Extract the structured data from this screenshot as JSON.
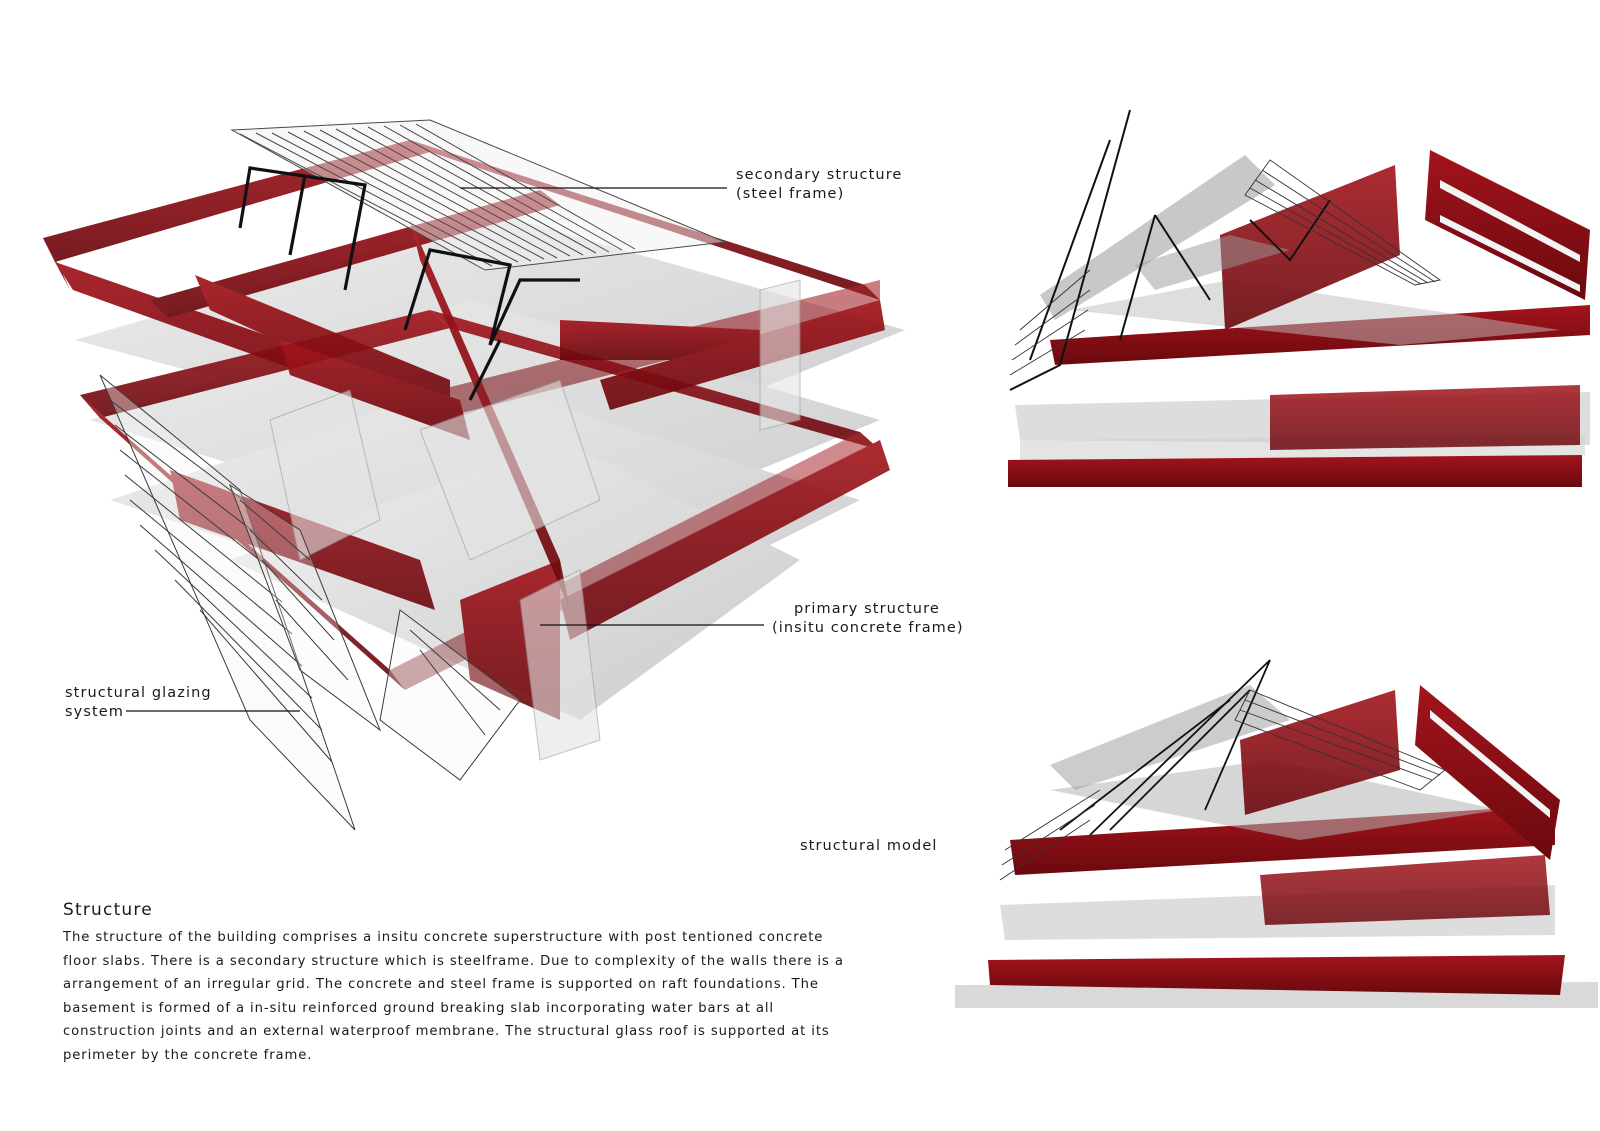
{
  "labels": {
    "secondary": [
      "secondary structure",
      "(steel frame)"
    ],
    "primary": [
      "primary structure",
      "(insitu concrete frame)"
    ],
    "glazing": [
      "structural glazing",
      "system"
    ],
    "model": "structural model"
  },
  "description": {
    "title": "Structure",
    "body": "The structure of the building comprises a insitu concrete superstructure with post tentioned concrete floor slabs. There is a secondary structure which is steelframe. Due to complexity of the walls there is a arrangement of an irregular grid. The concrete and steel frame is supported on raft foundations. The basement is formed of a in-situ reinforced ground breaking slab incorporating water bars at all construction joints and an external waterproof membrane. The structural glass roof is supported at its perimeter by the concrete frame."
  },
  "colors": {
    "concrete_red": "#8e0f16",
    "concrete_dark": "#5e080c",
    "glass": "#b8b8b8",
    "steel": "#111111",
    "ground": "#d9d9d9"
  }
}
